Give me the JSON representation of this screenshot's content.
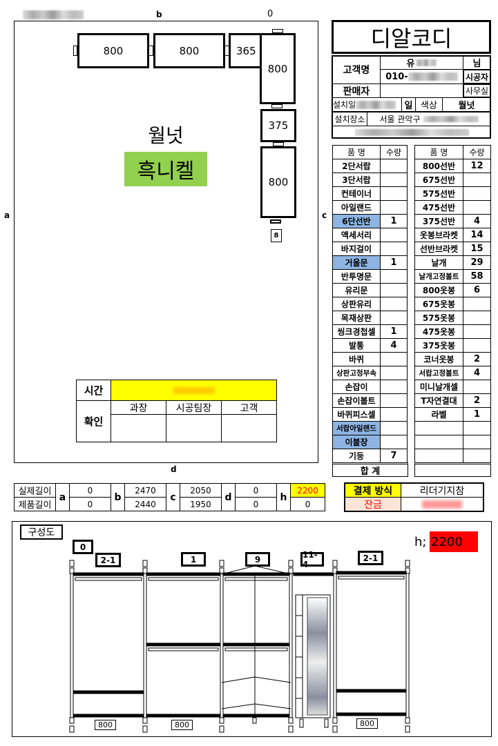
{
  "plan": {
    "label_b": "b",
    "label_0": "0",
    "label_a": "a",
    "label_c": "c",
    "label_d": "d",
    "modules": [
      "800",
      "800",
      "365",
      "800",
      "375",
      "800"
    ],
    "marker": "8",
    "color_name": "월넛",
    "finish": "흑니켈",
    "finish_bg": "#92d050"
  },
  "sign": {
    "time_label": "시간",
    "confirm_label": "확인",
    "cols": [
      "과장",
      "시공팀장",
      "고객"
    ],
    "time_bg": "#ffff00"
  },
  "header": {
    "title": "디알코디"
  },
  "info": {
    "customer_label": "고객명",
    "customer_name_prefix": "유",
    "phone_prefix": "010-",
    "honorific": "님",
    "installer": "시공자",
    "seller_label": "판매자",
    "office": "사무실",
    "install_date_label": "설치일",
    "day_suffix": "일",
    "color_label": "색상",
    "color_value": "월넛",
    "place_label": "설치장소",
    "place_value": "서울 관악구"
  },
  "items": {
    "name_header": "품 명",
    "qty_header": "수량",
    "total_label": "합 계",
    "left": [
      {
        "name": "2단서랍",
        "qty": ""
      },
      {
        "name": "3단서랍",
        "qty": ""
      },
      {
        "name": "컨테이너",
        "qty": ""
      },
      {
        "name": "아일랜드",
        "qty": ""
      },
      {
        "name": "6단선반",
        "qty": "1",
        "hl": true
      },
      {
        "name": "액세서리",
        "qty": ""
      },
      {
        "name": "바지걸이",
        "qty": ""
      },
      {
        "name": "거울문",
        "qty": "1",
        "hl": true
      },
      {
        "name": "반투명문",
        "qty": ""
      },
      {
        "name": "유리문",
        "qty": ""
      },
      {
        "name": "상판유리",
        "qty": ""
      },
      {
        "name": "목재상판",
        "qty": ""
      },
      {
        "name": "씽크경첩셀",
        "qty": "1"
      },
      {
        "name": "발통",
        "qty": "4"
      },
      {
        "name": "바퀴",
        "qty": ""
      },
      {
        "name": "상판고정부속",
        "qty": ""
      },
      {
        "name": "손잡이",
        "qty": ""
      },
      {
        "name": "손잡이볼트",
        "qty": ""
      },
      {
        "name": "바퀴피스셀",
        "qty": ""
      },
      {
        "name": "서랍아일랜드",
        "qty": "",
        "hl": true
      },
      {
        "name": "이불장",
        "qty": "",
        "hl": true
      },
      {
        "name": "기둥",
        "qty": "7"
      }
    ],
    "right": [
      {
        "name": "800선반",
        "qty": "12"
      },
      {
        "name": "675선반",
        "qty": ""
      },
      {
        "name": "575선반",
        "qty": ""
      },
      {
        "name": "475선반",
        "qty": ""
      },
      {
        "name": "375선반",
        "qty": "4"
      },
      {
        "name": "옷봉브라켓",
        "qty": "14"
      },
      {
        "name": "선반브라켓",
        "qty": "15"
      },
      {
        "name": "날개",
        "qty": "29"
      },
      {
        "name": "날개고정볼트",
        "qty": "58"
      },
      {
        "name": "800옷봉",
        "qty": "6"
      },
      {
        "name": "675옷봉",
        "qty": ""
      },
      {
        "name": "575옷봉",
        "qty": ""
      },
      {
        "name": "475옷봉",
        "qty": ""
      },
      {
        "name": "375옷봉",
        "qty": ""
      },
      {
        "name": "코너옷봉",
        "qty": "2"
      },
      {
        "name": "서랍고정볼트",
        "qty": "4"
      },
      {
        "name": "미니날개셀",
        "qty": ""
      },
      {
        "name": "T자연결대",
        "qty": "2"
      },
      {
        "name": "라벨",
        "qty": "1"
      },
      {
        "name": "",
        "qty": ""
      },
      {
        "name": "",
        "qty": ""
      },
      {
        "name": "",
        "qty": ""
      }
    ]
  },
  "dims": {
    "actual_label": "실제길이",
    "product_label": "제품길이",
    "cols": [
      {
        "k": "a",
        "actual": "0",
        "product": "0"
      },
      {
        "k": "b",
        "actual": "2470",
        "product": "2440"
      },
      {
        "k": "c",
        "actual": "2050",
        "product": "1950"
      },
      {
        "k": "d",
        "actual": "0",
        "product": "0"
      },
      {
        "k": "h",
        "actual": "2200",
        "product": "0"
      }
    ]
  },
  "payment": {
    "method_label": "결제 방식",
    "method_value": "리더기지참",
    "balance_label": "잔금"
  },
  "diagram": {
    "title": "구성도",
    "h_label": "h;",
    "h_value": "2200",
    "h_bg": "#ff0000",
    "callouts": [
      "0",
      "2-1",
      "1",
      "9",
      "11-4",
      "2-1"
    ],
    "widths": [
      "800",
      "800",
      "800"
    ]
  }
}
